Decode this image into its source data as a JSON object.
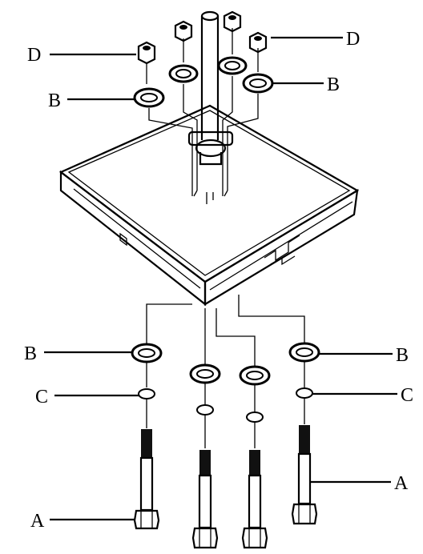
{
  "diagram": {
    "labels": {
      "A": "A",
      "B": "B",
      "C": "C",
      "D": "D"
    },
    "colors": {
      "line": "#000000",
      "background": "#ffffff",
      "thread": "#111111"
    }
  }
}
